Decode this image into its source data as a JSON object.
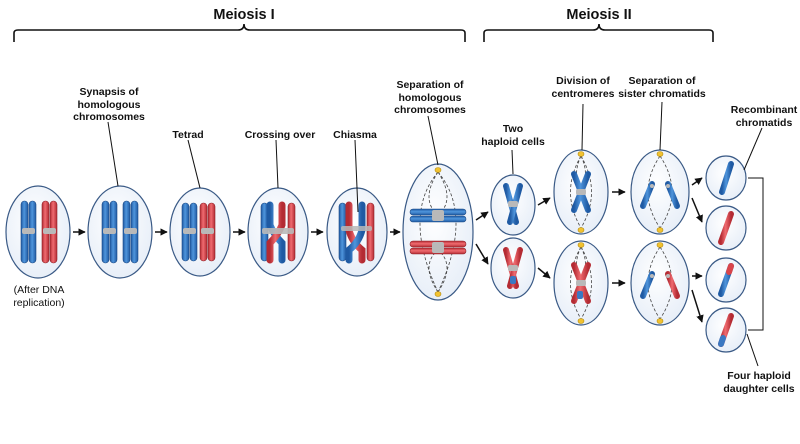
{
  "phases": {
    "meiosis_1": "Meiosis I",
    "meiosis_2": "Meiosis II"
  },
  "labels": {
    "after_dna_replication": "(After DNA\nreplication)",
    "synapsis": "Synapsis of\nhomologous\nchromosomes",
    "tetrad": "Tetrad",
    "crossing_over": "Crossing over",
    "chiasma": "Chiasma",
    "separation_homologous": "Separation of\nhomologous\nchromosomes",
    "two_haploid_cells": "Two\nhaploid cells",
    "division_centromeres": "Division of\ncentromeres",
    "separation_sister": "Separation of\nsister chromatids",
    "recombinant_chromatids": "Recombinant\nchromatids",
    "four_haploid_cells": "Four haploid\ndaughter cells"
  },
  "colors": {
    "paternal_blue": "#3a78c2",
    "maternal_red": "#d9454b",
    "cell_fill": "#f1f5fb",
    "cell_stroke": "#3a5a86",
    "centromere": "#b9b9b9",
    "spindle_pole": "#f2c230"
  }
}
